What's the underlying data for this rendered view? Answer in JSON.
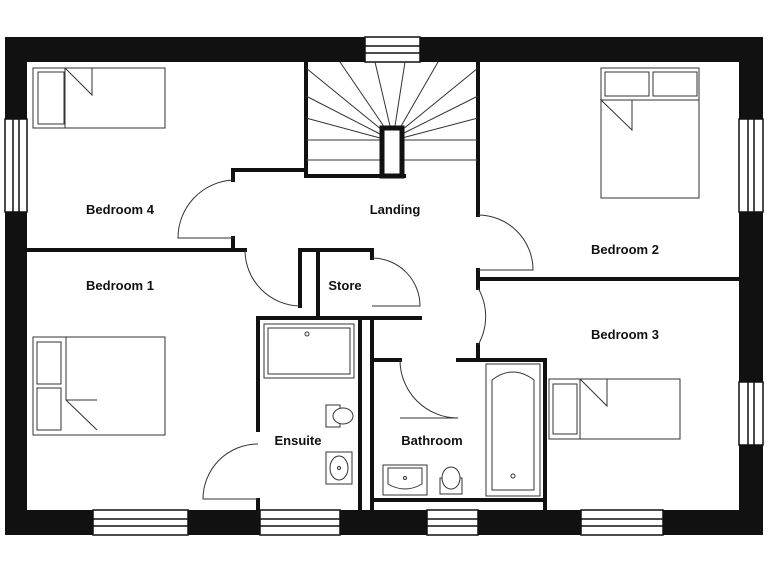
{
  "rooms": {
    "bedroom4": "Bedroom 4",
    "landing": "Landing",
    "bedroom2": "Bedroom 2",
    "bedroom1": "Bedroom 1",
    "store": "Store",
    "bedroom3": "Bedroom 3",
    "ensuite": "Ensuite",
    "bathroom": "Bathroom"
  },
  "colors": {
    "wall": "#111111",
    "background": "#ffffff",
    "fixture_line": "#333333"
  }
}
